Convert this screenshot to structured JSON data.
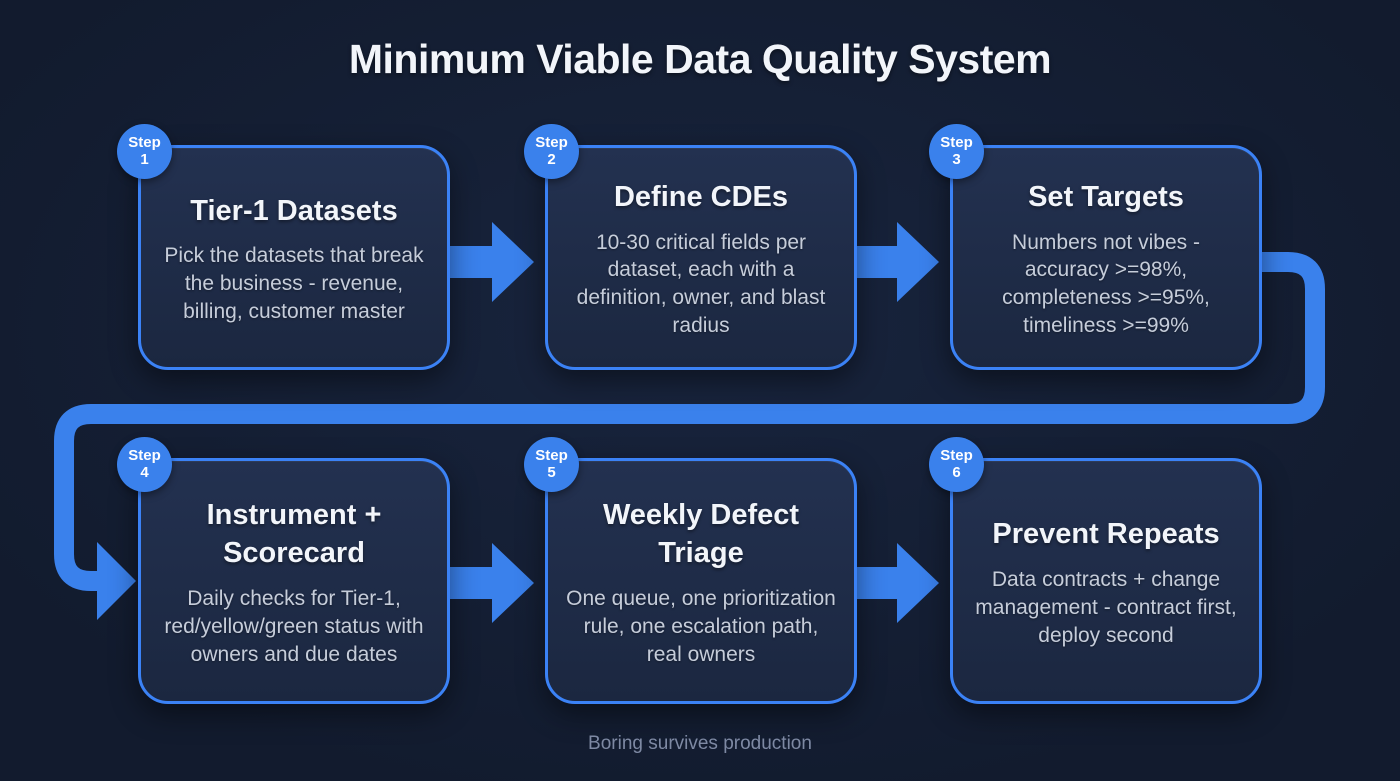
{
  "title": "Minimum Viable Data Quality System",
  "footer": "Boring survives production",
  "colors": {
    "background": "#121b2e",
    "background_glow": "#18243d",
    "card_fill_top": "#233150",
    "card_fill_bottom": "#1b2740",
    "card_border": "#3b82f6",
    "accent": "#3a81ec",
    "heading_text": "#f2f5fa",
    "body_text": "#c6cdda",
    "footer_text": "#7e89a3",
    "badge_text": "#ffffff"
  },
  "steps": [
    {
      "badge": "Step",
      "number": "1",
      "title": "Tier-1 Datasets",
      "description": "Pick the datasets that break the business - revenue, billing, customer master"
    },
    {
      "badge": "Step",
      "number": "2",
      "title": "Define CDEs",
      "description": "10-30 critical fields per dataset, each with a definition, owner, and blast radius"
    },
    {
      "badge": "Step",
      "number": "3",
      "title": "Set Targets",
      "description": "Numbers not vibes - accuracy >=98%, completeness >=95%, timeliness >=99%"
    },
    {
      "badge": "Step",
      "number": "4",
      "title": "Instrument + Scorecard",
      "description": "Daily checks for Tier-1, red/yellow/green status with owners and due dates"
    },
    {
      "badge": "Step",
      "number": "5",
      "title": "Weekly Defect Triage",
      "description": "One queue, one prioritization rule, one escalation path, real owners"
    },
    {
      "badge": "Step",
      "number": "6",
      "title": "Prevent Repeats",
      "description": "Data contracts + change management - contract first, deploy second"
    }
  ]
}
